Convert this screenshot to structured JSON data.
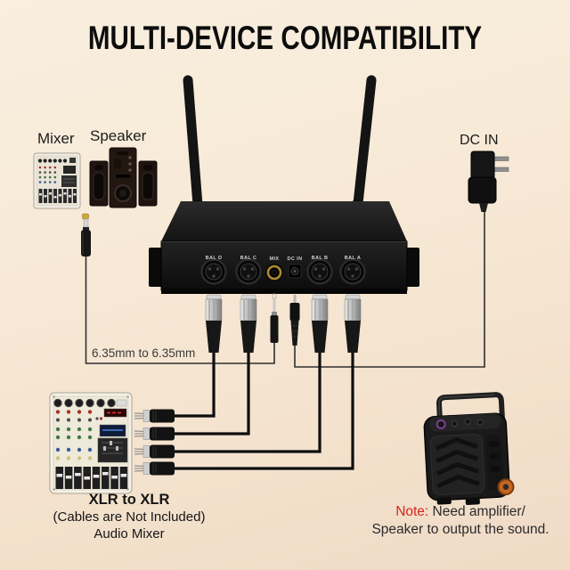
{
  "title": "MULTI-DEVICE COMPATIBILITY",
  "top_left": {
    "mixer_label": "Mixer",
    "speaker_label": "Speaker"
  },
  "top_right": {
    "dc_label": "DC IN"
  },
  "receiver": {
    "port_labels": [
      "BAL D",
      "BAL C",
      "MIX",
      "DC IN",
      "BAL B",
      "BAL A"
    ]
  },
  "cable_note": "6.35mm to 6.35mm",
  "bottom_left": {
    "heading": "XLR to XLR",
    "subline1": "(Cables are Not Included)",
    "subline2": "Audio Mixer"
  },
  "note": {
    "prefix": "Note:",
    "rest": " Need amplifier/",
    "line2": "Speaker to output the sound."
  },
  "colors": {
    "background_top": "#f9efdf",
    "background_bottom": "#efdac6",
    "note_red": "#d3261a",
    "title_color": "#0d0d0d",
    "jack_gold": "#ad8a2e",
    "wheel_orange": "#c4651f"
  }
}
